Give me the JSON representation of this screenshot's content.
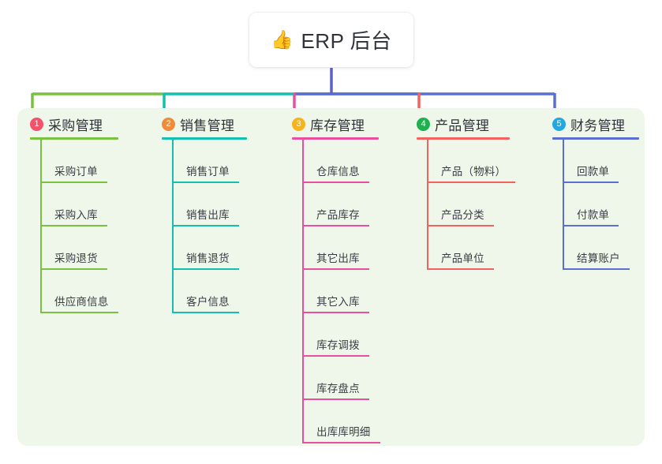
{
  "root": {
    "icon": "thumbs-up-emoji",
    "emoji": "👍",
    "title": "ERP 后台"
  },
  "palette": {
    "panel_bg": "#eef7e9",
    "page_bg": "#ffffff",
    "text": "#3a3d45",
    "root_stem": "#5a63c6"
  },
  "columns": [
    {
      "index": "1",
      "title": "采购管理",
      "badge_color": "#f2536b",
      "line_color": "#7ac142",
      "children": [
        {
          "label": "采购订单"
        },
        {
          "label": "采购入库"
        },
        {
          "label": "采购退货"
        },
        {
          "label": "供应商信息"
        }
      ]
    },
    {
      "index": "2",
      "title": "销售管理",
      "badge_color": "#f08b3c",
      "line_color": "#14bfae",
      "children": [
        {
          "label": "销售订单"
        },
        {
          "label": "销售出库"
        },
        {
          "label": "销售退货"
        },
        {
          "label": "客户信息"
        }
      ]
    },
    {
      "index": "3",
      "title": "库存管理",
      "badge_color": "#f5b31d",
      "line_color": "#e8509f",
      "children": [
        {
          "label": "仓库信息"
        },
        {
          "label": "产品库存"
        },
        {
          "label": "其它出库"
        },
        {
          "label": "其它入库"
        },
        {
          "label": "库存调拨"
        },
        {
          "label": "库存盘点"
        },
        {
          "label": "出库库明细"
        }
      ]
    },
    {
      "index": "4",
      "title": "产品管理",
      "badge_color": "#20b050",
      "line_color": "#f2635f",
      "children": [
        {
          "label": "产品（物料）"
        },
        {
          "label": "产品分类"
        },
        {
          "label": "产品单位"
        }
      ]
    },
    {
      "index": "5",
      "title": "财务管理",
      "badge_color": "#22a7e0",
      "line_color": "#5a6fd0",
      "children": [
        {
          "label": "回款单"
        },
        {
          "label": "付款单"
        },
        {
          "label": "结算账户"
        }
      ]
    }
  ]
}
